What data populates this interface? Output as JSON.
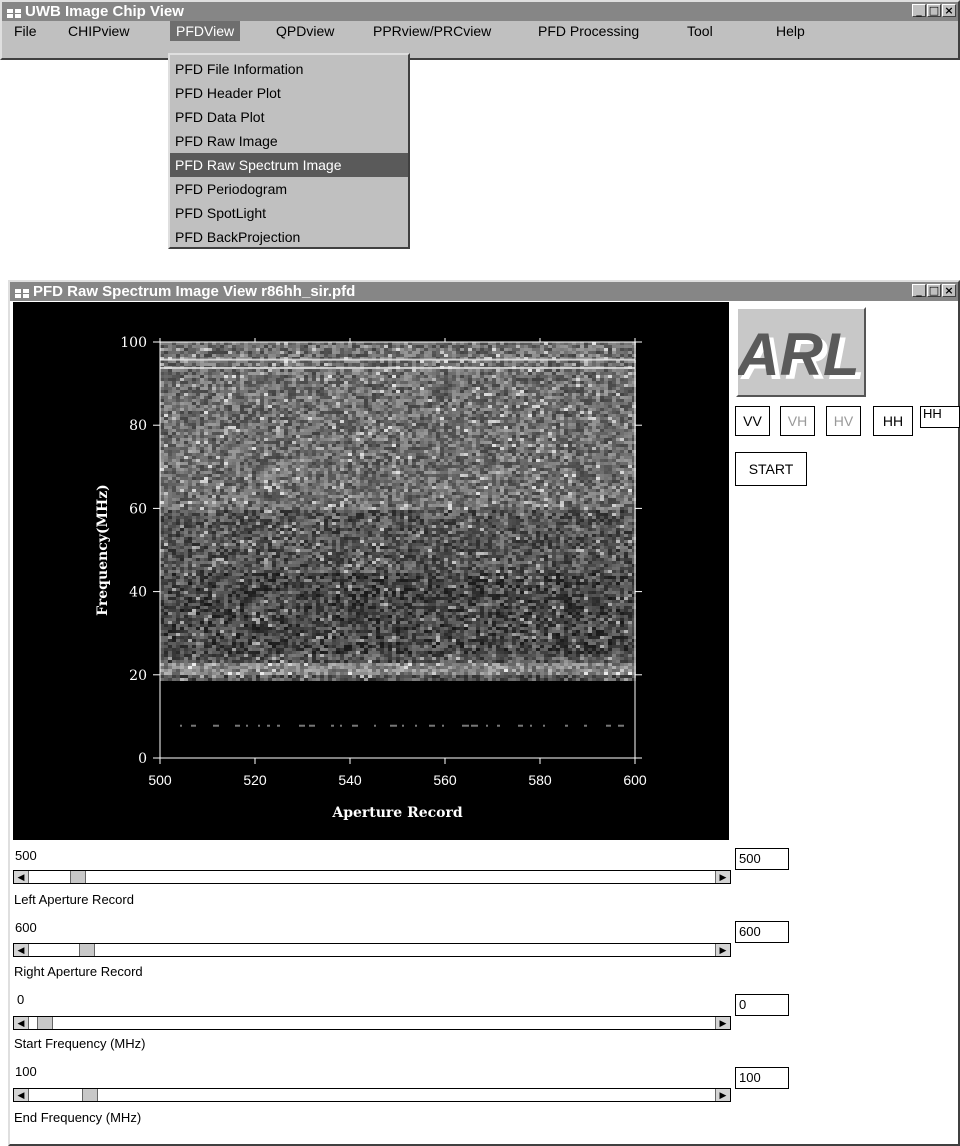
{
  "main_window": {
    "title": "UWB Image Chip View",
    "menu": [
      "File",
      "CHIPview",
      "PFDView",
      "QPDview",
      "PPRview/PRCview",
      "PFD Processing",
      "Tool",
      "Help"
    ],
    "active_menu": "PFDView",
    "dropdown": [
      "PFD File Information",
      "PFD Header Plot",
      "PFD Data Plot",
      "PFD Raw Image",
      "PFD Raw Spectrum Image",
      "PFD Periodogram",
      "PFD SpotLight",
      "PFD BackProjection"
    ],
    "dropdown_selected": "PFD Raw Spectrum Image"
  },
  "spectrum_window": {
    "title": "PFD Raw Spectrum Image View r86hh_sir.pfd",
    "logo_text": "ARL",
    "pol_buttons": [
      {
        "label": "VV",
        "enabled": true
      },
      {
        "label": "VH",
        "enabled": false
      },
      {
        "label": "HV",
        "enabled": false
      },
      {
        "label": "HH",
        "enabled": true
      }
    ],
    "pol_value": "HH",
    "start_label": "START",
    "sliders": [
      {
        "current": "500",
        "label": "Left Aperture Record",
        "value": "500",
        "thumb_fraction": 0.08
      },
      {
        "current": "600",
        "label": "Right Aperture Record",
        "value": "600",
        "thumb_fraction": 0.1
      },
      {
        "current": "0",
        "label": "Start Frequency (MHz)",
        "value": "0",
        "thumb_fraction": 0.0
      },
      {
        "current": "100",
        "label": "End Frequency (MHz)",
        "value": "100",
        "thumb_fraction": 0.1
      }
    ]
  },
  "chart_data": {
    "type": "heatmap",
    "xlabel": "Aperture Record",
    "ylabel": "Frequency(MHz)",
    "xlim": [
      500,
      600
    ],
    "ylim": [
      0,
      100
    ],
    "xticks": [
      500,
      520,
      540,
      560,
      580,
      600
    ],
    "yticks": [
      0,
      20,
      40,
      60,
      80,
      100
    ],
    "colormap": "grayscale",
    "background": "#000000"
  }
}
